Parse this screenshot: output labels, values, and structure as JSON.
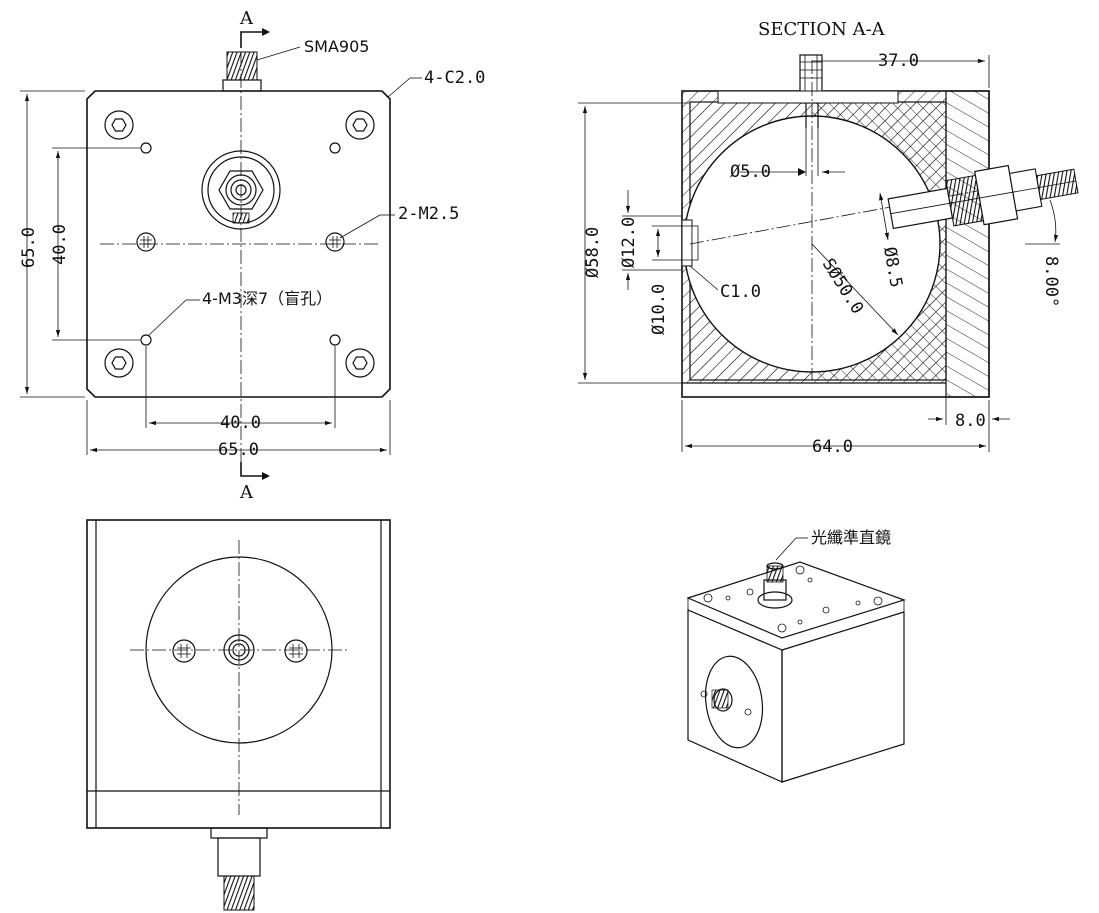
{
  "section_marks": {
    "top": "A",
    "bottom": "A"
  },
  "front_view": {
    "sma_label": "SMA905",
    "chamfer_label": "4-C2.0",
    "hole_m25_label": "2-M2.5",
    "hole_m3_label": "4-M3深7（盲孔）",
    "dim_height": "65.0",
    "dim_inner_height": "40.0",
    "dim_inner_width": "40.0",
    "dim_width": "65.0"
  },
  "section_view": {
    "title": "SECTION A-A",
    "dim_top": "37.0",
    "dim_d5": "Ø5.0",
    "dim_d58": "Ø58.0",
    "dim_d12": "Ø12.0",
    "dim_d10": "Ø10.0",
    "dim_c1": "C1.0",
    "dim_sphere": "SØ50.0",
    "dim_d85": "Ø8.5",
    "dim_angle": "8.00°",
    "dim_wall": "8.0",
    "dim_width": "64.0"
  },
  "iso_view": {
    "collimator_label": "光纖準直鏡"
  }
}
